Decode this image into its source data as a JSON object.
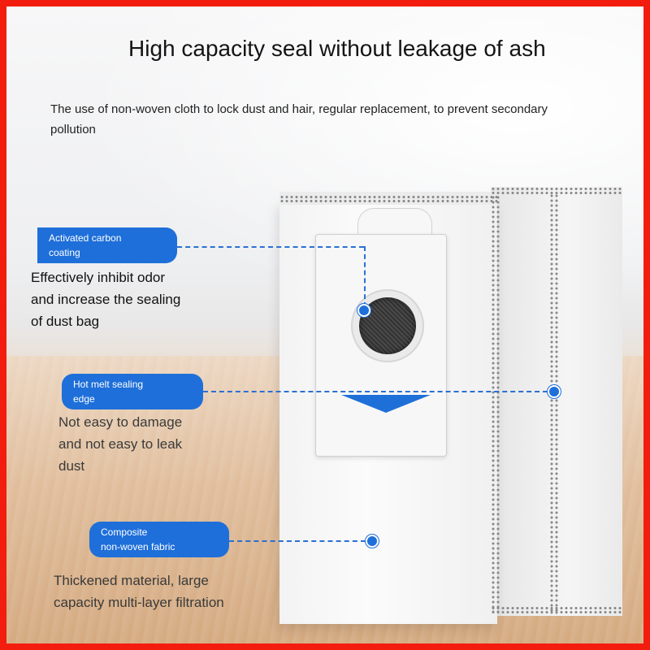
{
  "headline": "High capacity seal without leakage of ash",
  "intro": "The use of non-woven cloth to lock dust and hair, regular replacement, to prevent secondary pollution",
  "callouts": [
    {
      "label_line1": "Activated carbon",
      "label_line2": "coating",
      "desc_lines": [
        "Effectively inhibit odor",
        "and increase the sealing",
        "of dust bag"
      ]
    },
    {
      "label_line1": "Hot melt sealing",
      "label_line2": "edge",
      "desc_lines": [
        "Not easy to damage",
        "and not easy to leak",
        "dust"
      ]
    },
    {
      "label_line1": "Composite",
      "label_line2": "non-woven fabric",
      "desc_lines": [
        "Thickened material, large",
        "capacity multi-layer filtration"
      ]
    }
  ],
  "colors": {
    "border": "#f21d0e",
    "accent_blue": "#1e6fd9"
  }
}
